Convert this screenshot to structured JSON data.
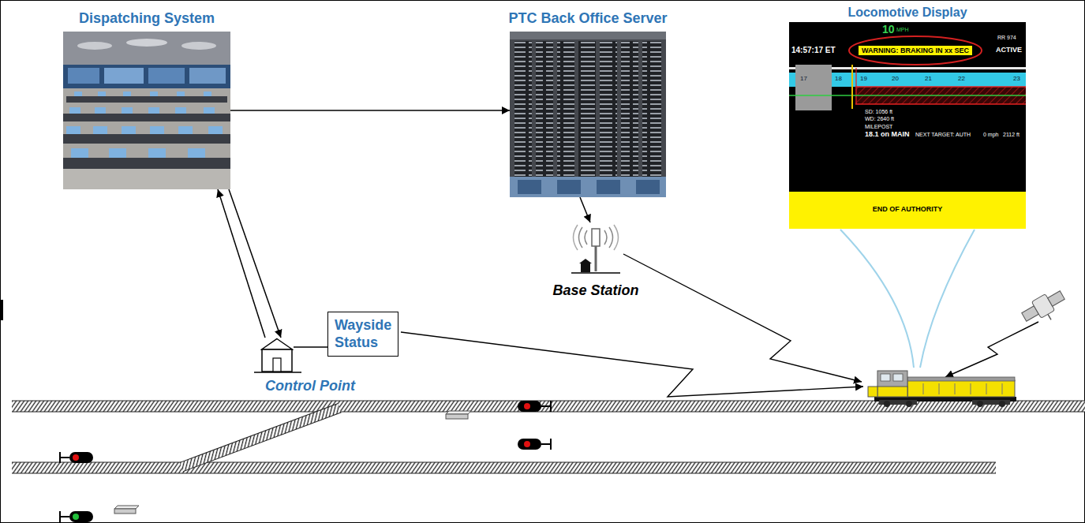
{
  "diagram": {
    "nodes": [
      {
        "text": [
          "Dispatching System"
        ]
      },
      {
        "text": [
          "PTC Back Office Server"
        ]
      },
      {
        "text": [
          "Locomotive Display",
          "10",
          "MPH",
          "RR 974",
          "14:57:17 ET",
          "WARNING: BRAKING IN xx SEC",
          "ACTIVE",
          "17",
          "18",
          "19",
          "20",
          "21",
          "22",
          "23",
          "SD: 1056 ft",
          "WD: 2640 ft",
          "MILEPOST",
          "18.1 on MAIN",
          "NEXT TARGET: AUTH",
          "0 mph",
          "2112 ft",
          "END OF AUTHORITY"
        ]
      },
      {
        "text": [
          "Base Station"
        ]
      },
      {
        "text": [
          "Wayside Status"
        ]
      },
      {
        "text": [
          "Control Point"
        ]
      }
    ],
    "edges": [
      {
        "from": 0,
        "to": 1,
        "arrow": "to"
      },
      {
        "from": 1,
        "to": 3,
        "arrow": "to"
      },
      {
        "from": 5,
        "to": 0,
        "arrow": "to"
      },
      {
        "from": 0,
        "to": 5,
        "arrow": "to"
      },
      {
        "from": 5,
        "to": 4,
        "arrow": "none"
      }
    ]
  }
}
